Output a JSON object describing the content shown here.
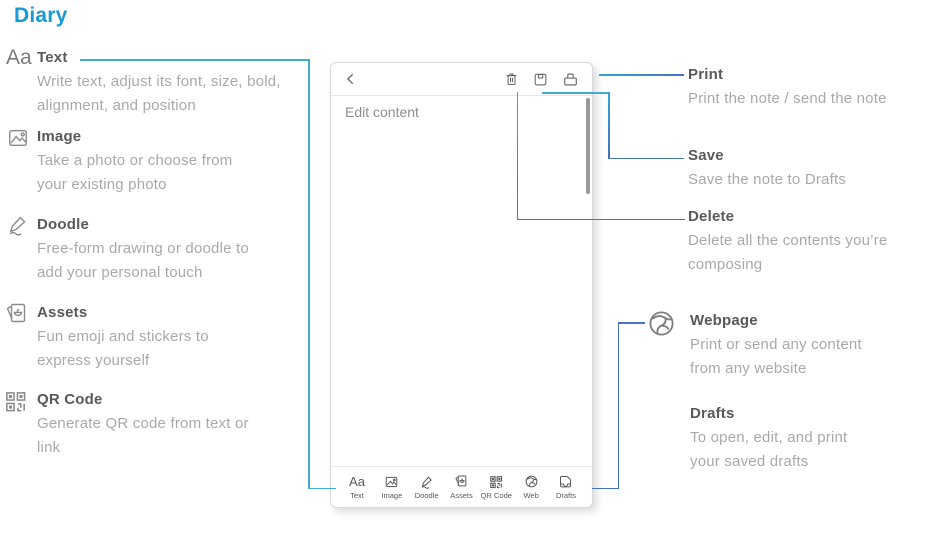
{
  "title": "Diary",
  "colors": {
    "brand": "#189AD4",
    "heading": "#595959",
    "body_text": "#A9A9A9",
    "connector_sky": "#41AADF",
    "connector_royal": "#4472C4"
  },
  "left_features": [
    {
      "icon": "text-icon",
      "glyph": "Aa",
      "title": "Text",
      "description": "Write text, adjust its font, size, bold, alignment, and position"
    },
    {
      "icon": "image-icon",
      "title": "Image",
      "description": "Take a photo or choose from your existing photo"
    },
    {
      "icon": "doodle-icon",
      "title": "Doodle",
      "description": "Free-form drawing or doodle to add your personal touch"
    },
    {
      "icon": "assets-icon",
      "title": "Assets",
      "description": "Fun emoji and stickers to express yourself"
    },
    {
      "icon": "qr-code-icon",
      "title": "QR Code",
      "description": "Generate QR code from text or link"
    }
  ],
  "right_features": [
    {
      "title": "Print",
      "description": "Print the note / send the note"
    },
    {
      "title": "Save",
      "description": "Save the note to Drafts"
    },
    {
      "title": "Delete",
      "description": "Delete all the contents you’re composing"
    },
    {
      "icon": "globe-icon",
      "title": "Webpage",
      "description": "Print or send any content from any website"
    },
    {
      "title": "Drafts",
      "description": "To open, edit, and print your saved drafts"
    }
  ],
  "phone": {
    "placeholder": "Edit content",
    "top_toolbar": {
      "back": "back-chevron-icon",
      "actions": [
        "trash-icon",
        "save-icon",
        "print-icon"
      ]
    },
    "bottom_toolbar": [
      {
        "icon": "text-icon",
        "glyph": "Aa",
        "label": "Text"
      },
      {
        "icon": "image-icon",
        "label": "Image"
      },
      {
        "icon": "doodle-icon",
        "label": "Doodle"
      },
      {
        "icon": "assets-icon",
        "label": "Assets"
      },
      {
        "icon": "qr-code-icon",
        "label": "QR Code"
      },
      {
        "icon": "globe-icon",
        "label": "Web"
      },
      {
        "icon": "drafts-icon",
        "label": "Drafts"
      }
    ]
  }
}
